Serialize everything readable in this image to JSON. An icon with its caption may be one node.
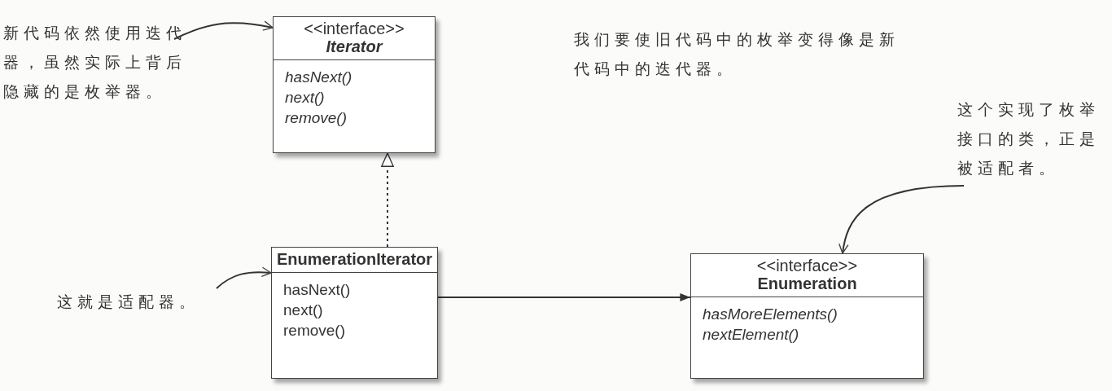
{
  "diagram": {
    "nodes": [
      {
        "text": [
          "<<interface>>",
          "Iterator",
          "hasNext()",
          "next()",
          "remove()"
        ]
      },
      {
        "text": [
          "EnumerationIterator",
          "hasNext()",
          "next()",
          "remove()"
        ]
      },
      {
        "text": [
          "<<interface>>",
          "Enumeration",
          "hasMoreElements()",
          "nextElement()"
        ]
      },
      {
        "text": [
          "新代码依然使用迭代器，虽然实际上背后隐藏的是枚举器。"
        ]
      },
      {
        "text": [
          "这就是适配器。"
        ]
      },
      {
        "text": [
          "这个实现了枚举接口的类，正是被适配者。"
        ]
      }
    ],
    "edges": [
      {
        "from": 1,
        "to": 0,
        "arrow": "to",
        "style": "dashed"
      },
      {
        "from": 1,
        "to": 2,
        "arrow": "to"
      },
      {
        "from": 3,
        "to": 0,
        "arrow": "to"
      },
      {
        "from": 4,
        "to": 1,
        "arrow": "to"
      },
      {
        "from": 5,
        "to": 2,
        "arrow": "to"
      }
    ],
    "labels": [
      "我们要使旧代码中的枚举变得像是新代码中的迭代器。"
    ]
  }
}
